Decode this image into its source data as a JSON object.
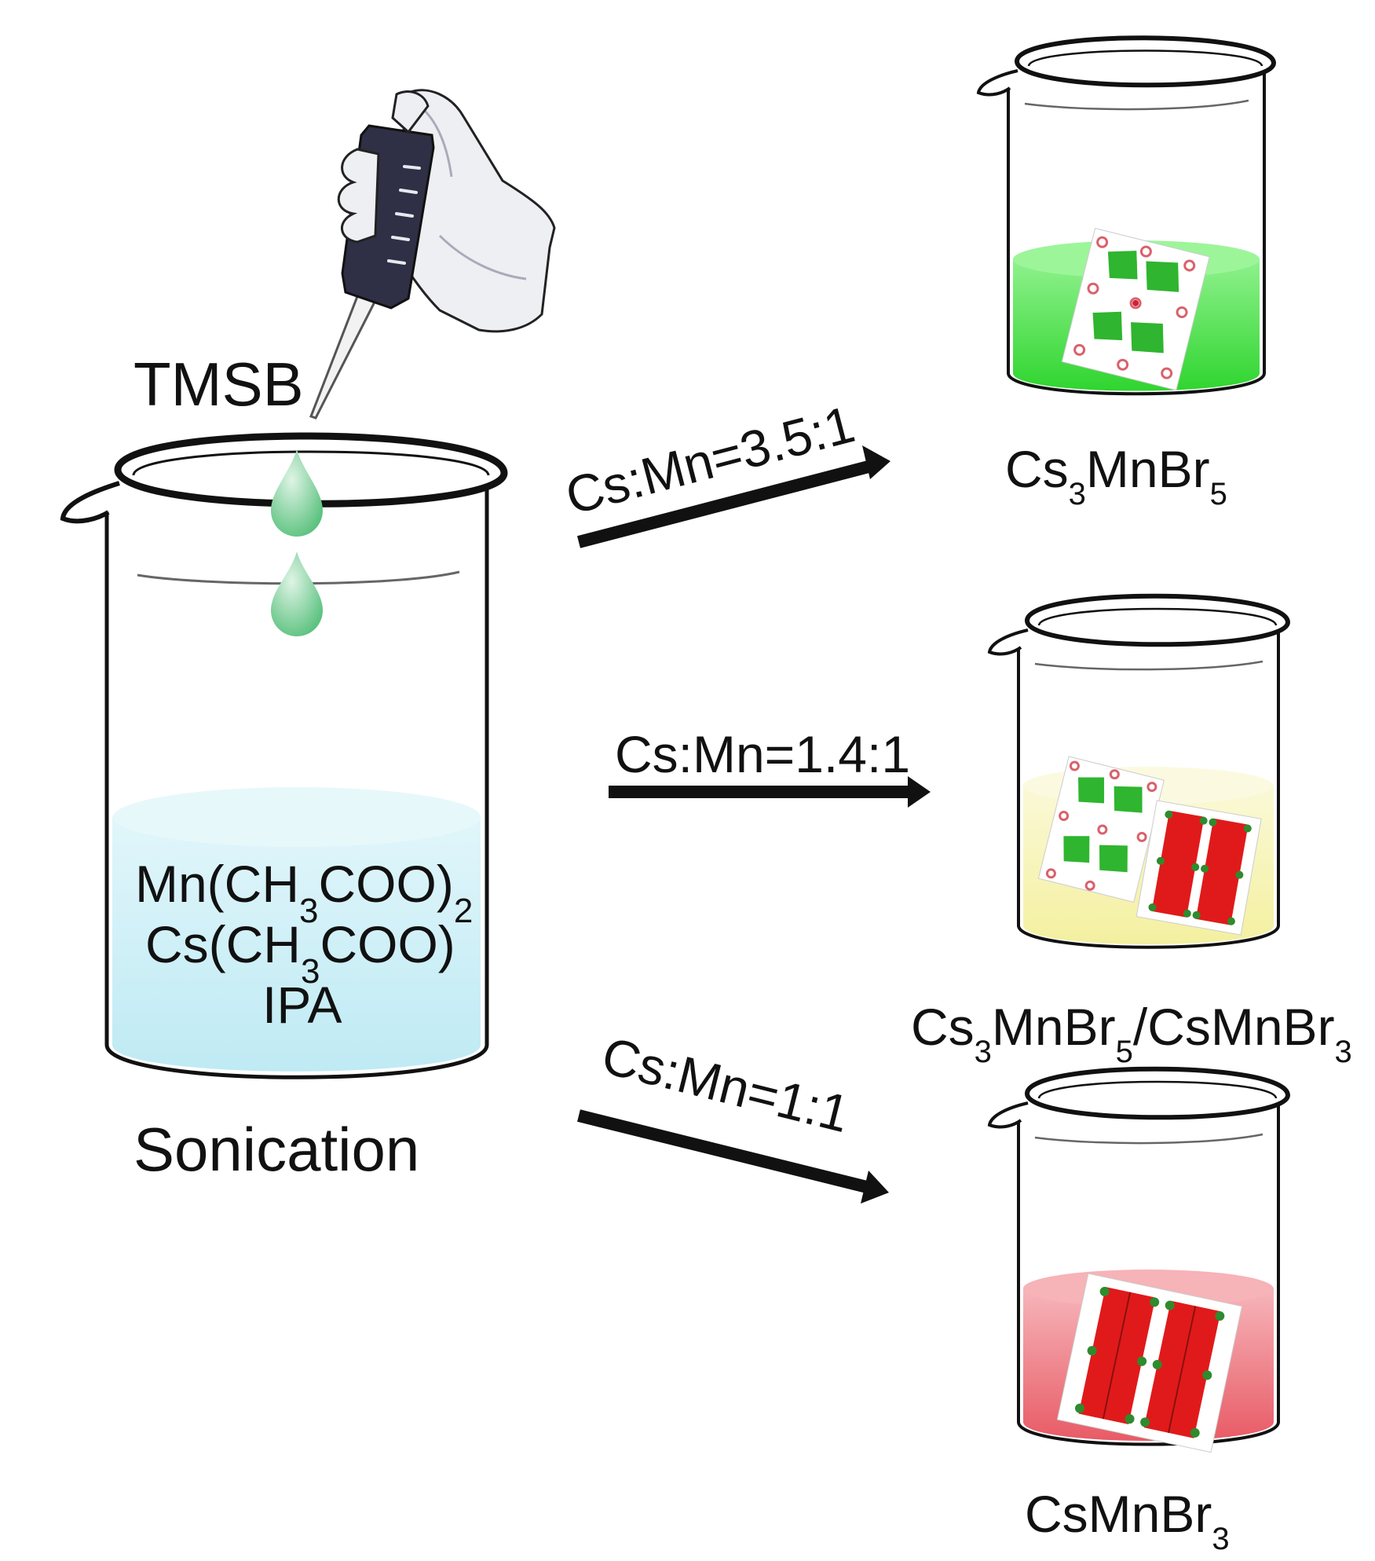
{
  "reagent": "TMSB",
  "process": "Sonication",
  "solution": {
    "line1": {
      "a": "Mn(CH",
      "s1": "3",
      "b": "COO)",
      "s2": "2"
    },
    "line2": {
      "a": "Cs(CH",
      "s1": "3",
      "b": "COO)"
    },
    "line3": "IPA"
  },
  "routes": [
    {
      "ratio": "Cs:Mn=3.5:1",
      "solution_color": "#4ee34e"
    },
    {
      "ratio": "Cs:Mn=1.4:1",
      "solution_color": "#f6f3b4"
    },
    {
      "ratio": "Cs:Mn=1:1",
      "solution_color": "#ef7d86"
    }
  ],
  "products": {
    "p1": {
      "a": "Cs",
      "s1": "3",
      "b": "MnBr",
      "s2": "5"
    },
    "p2": {
      "a": "Cs",
      "s1": "3",
      "b": "MnBr",
      "s2": "5",
      "c": "/CsMnBr",
      "s3": "3"
    },
    "p3": {
      "a": "CsMnBr",
      "s1": "3"
    }
  },
  "colors": {
    "precursor_solution": "#c5eef5",
    "droplet": "#7fcf98",
    "glove": "#eeeff2",
    "pipette_body": "#2f2f45"
  }
}
